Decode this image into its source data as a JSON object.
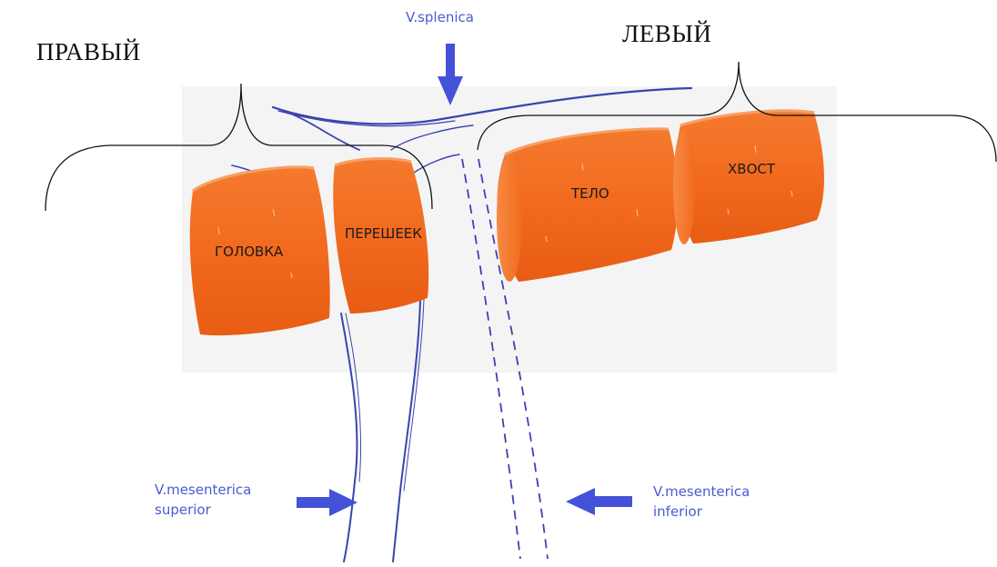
{
  "sides": {
    "right": "ПРАВЫЙ",
    "left": "ЛЕВЫЙ"
  },
  "segments": {
    "head": "ГОЛОВКА",
    "isthmus": "ПЕРЕШЕЕК",
    "body": "ТЕЛО",
    "tail": "ХВОСТ"
  },
  "vessels": {
    "splenic": "V.splenica",
    "sup_line1": "V.mesenterica",
    "sup_line2": "superior",
    "inf_line1": "V.mesenterica",
    "inf_line2": "inferior"
  },
  "colors": {
    "carrot": "#f26a1e",
    "carrot_dark": "#e25812",
    "vein": "#3a44b0",
    "arrow": "#4452d8"
  }
}
